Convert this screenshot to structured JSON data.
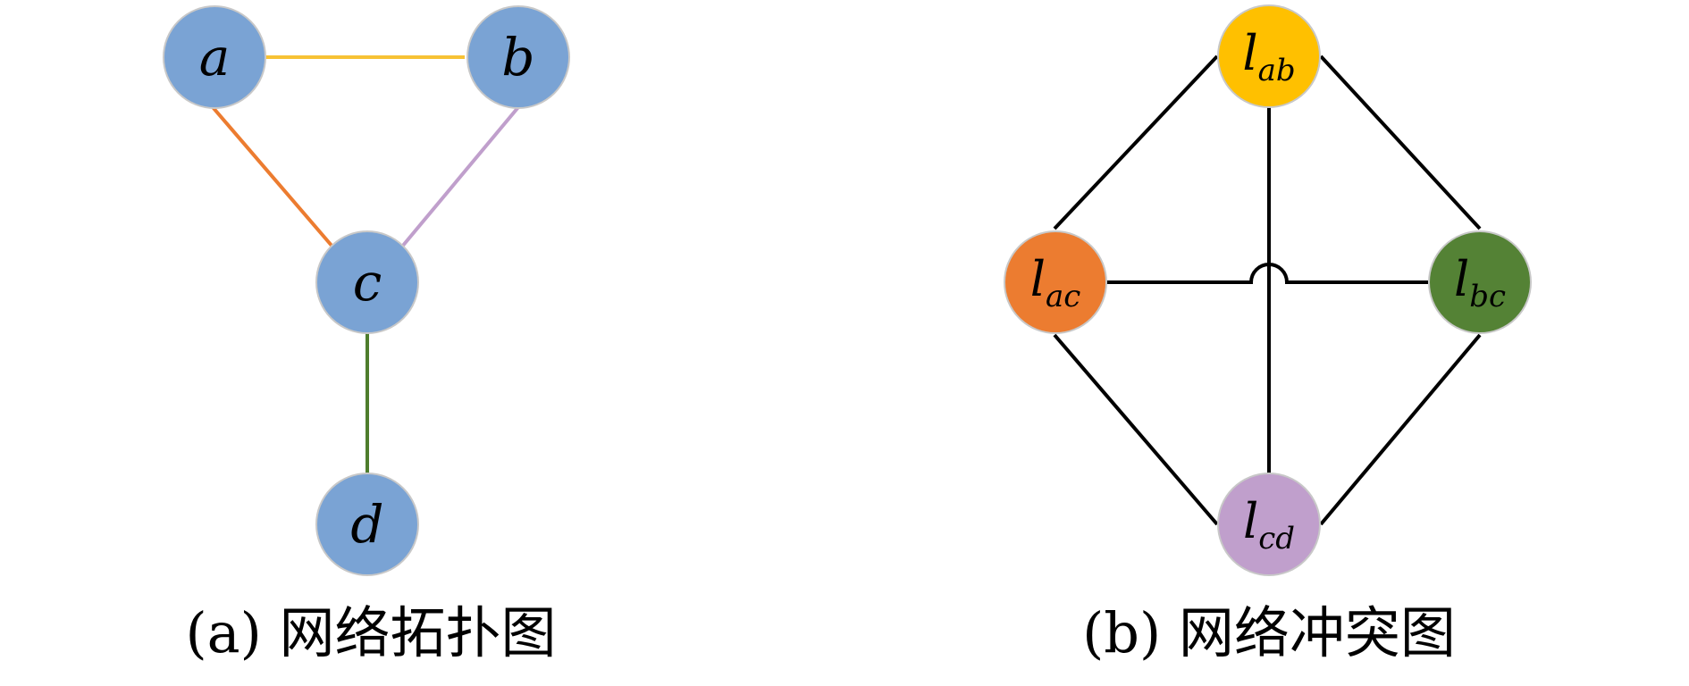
{
  "panel_a": {
    "caption": "(a) 网络拓扑图",
    "nodes": [
      {
        "id": "a",
        "label": "a",
        "color": "#7aa3d4"
      },
      {
        "id": "b",
        "label": "b",
        "color": "#7aa3d4"
      },
      {
        "id": "c",
        "label": "c",
        "color": "#7aa3d4"
      },
      {
        "id": "d",
        "label": "d",
        "color": "#7aa3d4"
      }
    ],
    "edges": [
      {
        "from": "a",
        "to": "b",
        "color": "#f7c235"
      },
      {
        "from": "a",
        "to": "c",
        "color": "#ec7c30"
      },
      {
        "from": "b",
        "to": "c",
        "color": "#c09fcc"
      },
      {
        "from": "c",
        "to": "d",
        "color": "#4e7d2d"
      }
    ]
  },
  "panel_b": {
    "caption": "(b) 网络冲突图",
    "nodes": [
      {
        "id": "lab",
        "label": "l",
        "subscript": "ab",
        "color": "#ffc000"
      },
      {
        "id": "lac",
        "label": "l",
        "subscript": "ac",
        "color": "#ec7c30"
      },
      {
        "id": "lbc",
        "label": "l",
        "subscript": "bc",
        "color": "#548235"
      },
      {
        "id": "lcd",
        "label": "l",
        "subscript": "cd",
        "color": "#c09fcc"
      }
    ],
    "edges": [
      {
        "from": "lab",
        "to": "lac",
        "color": "#000000"
      },
      {
        "from": "lab",
        "to": "lbc",
        "color": "#000000"
      },
      {
        "from": "lab",
        "to": "lcd",
        "color": "#000000"
      },
      {
        "from": "lac",
        "to": "lbc",
        "color": "#000000",
        "hop_over": true
      },
      {
        "from": "lac",
        "to": "lcd",
        "color": "#000000"
      },
      {
        "from": "lbc",
        "to": "lcd",
        "color": "#000000"
      }
    ]
  },
  "colors": {
    "node_stroke": "#c8c8c8",
    "background": "#ffffff"
  }
}
